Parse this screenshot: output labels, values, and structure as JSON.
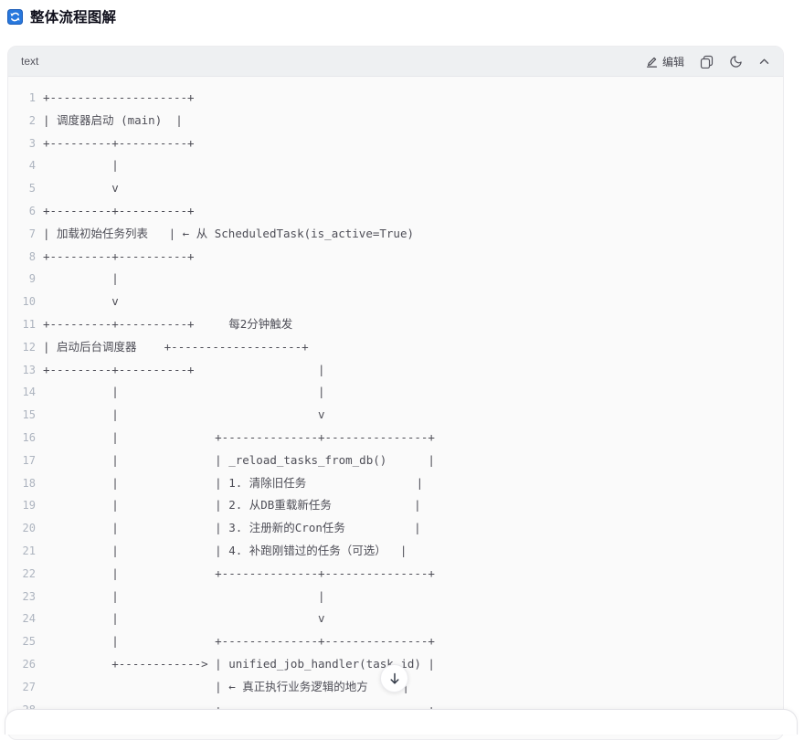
{
  "header": {
    "title": "整体流程图解",
    "icon": "refresh-icon"
  },
  "code_block": {
    "language_label": "text",
    "toolbar": {
      "edit_label": "编辑",
      "copy_icon": "copy-icon",
      "theme_icon": "moon-icon",
      "collapse_icon": "chevron-up-icon"
    },
    "lines": [
      "+--------------------+",
      "| 调度器启动 (main)  |",
      "+---------+----------+",
      "          |",
      "          v",
      "+---------+----------+",
      "| 加载初始任务列表   | ← 从 ScheduledTask(is_active=True)",
      "+---------+----------+",
      "          |",
      "          v",
      "+---------+----------+     每2分钟触发",
      "| 启动后台调度器    +-------------------+",
      "+---------+----------+                  |",
      "          |                             |",
      "          |                             v",
      "          |              +--------------+---------------+",
      "          |              | _reload_tasks_from_db()      |",
      "          |              | 1. 清除旧任务                |",
      "          |              | 2. 从DB重载新任务            |",
      "          |              | 3. 注册新的Cron任务          |",
      "          |              | 4. 补跑刚错过的任务（可选）  |",
      "          |              +--------------+---------------+",
      "          |                             |",
      "          |                             v",
      "          |              +--------------+---------------+",
      "          +------------> | unified_job_handler(task_id) |",
      "                         | ← 真正执行业务逻辑的地方     |",
      "                         +------------------------------+"
    ]
  },
  "scroll_button": {
    "icon": "arrow-down-icon"
  },
  "colors": {
    "accent_blue": "#2878dd",
    "header_bg": "#eef0f2",
    "body_bg": "#fafafa",
    "code_text": "#4e4e57",
    "gutter_text": "#adb4bf",
    "title_text": "#10101c"
  }
}
